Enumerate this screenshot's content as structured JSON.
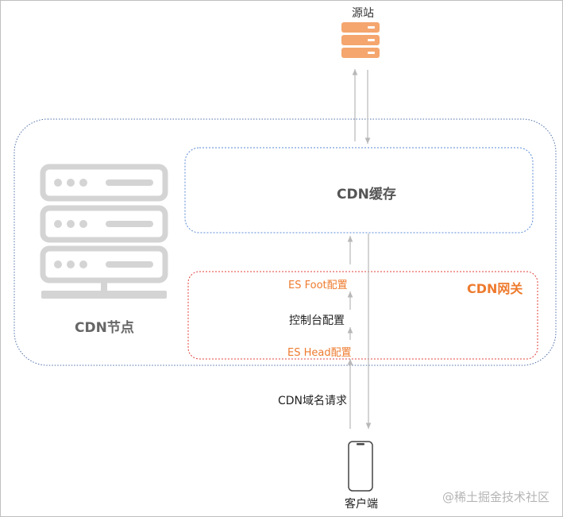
{
  "nodes": {
    "origin": "源站",
    "cdn_cache": "CDN缓存",
    "cdn_gateway": "CDN网关",
    "cdn_node": "CDN节点",
    "client": "客户端"
  },
  "gateway_steps": {
    "es_foot": "ES Foot配置",
    "console": "控制台配置",
    "es_head": "ES Head配置"
  },
  "edges": {
    "request": "CDN域名请求"
  },
  "watermark": "@稀土掘金技术社区",
  "icons": [
    "origin-server-icon",
    "cdn-node-server-icon",
    "phone-icon"
  ],
  "colors": {
    "accent_orange": "#ee7b2f",
    "cache_border": "#5b8bd6",
    "gateway_border": "#e0403a",
    "node_border": "#4f6fa8",
    "server_gray": "#d4d4d4",
    "arrow": "#b8b8b8"
  }
}
